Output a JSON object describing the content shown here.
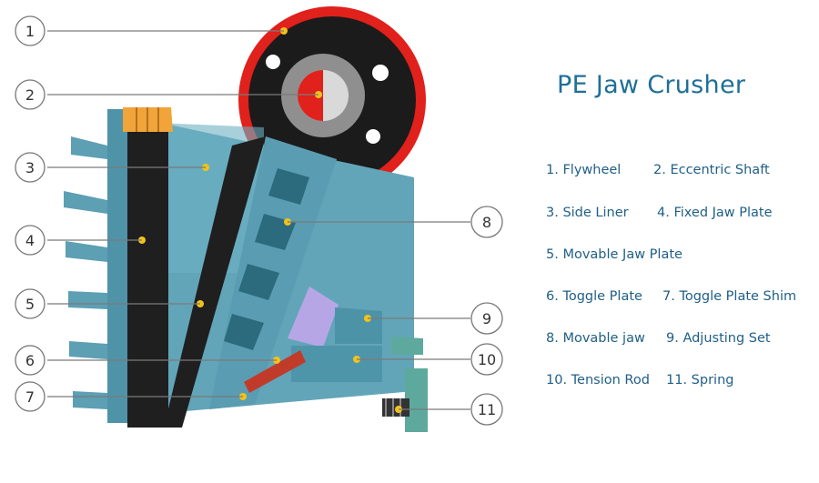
{
  "title": "PE Jaw Crusher",
  "callouts": [
    "1",
    "2",
    "3",
    "4",
    "5",
    "6",
    "7",
    "8",
    "9",
    "10",
    "11"
  ],
  "legend": [
    "1. Flywheel",
    "2. Eccentric Shaft",
    "3. Side Liner",
    "4. Fixed Jaw Plate",
    "5. Movable Jaw Plate",
    "6. Toggle Plate",
    "7. Toggle Plate Shim",
    "8. Movable jaw",
    "9. Adjusting Set",
    "10. Tension Rod",
    "11. Spring"
  ],
  "colors": {
    "frame": "#5d9fb3",
    "frame_dark": "#3f7f93",
    "flywheel_rim": "#e0211c",
    "flywheel_body": "#1b1b1b",
    "liner": "#222222",
    "toothed_top": "#f0a43a",
    "wedge": "#b7a6e6",
    "marker": "#f2c21b",
    "title": "#1f6f96",
    "legend": "#1f5f86"
  }
}
